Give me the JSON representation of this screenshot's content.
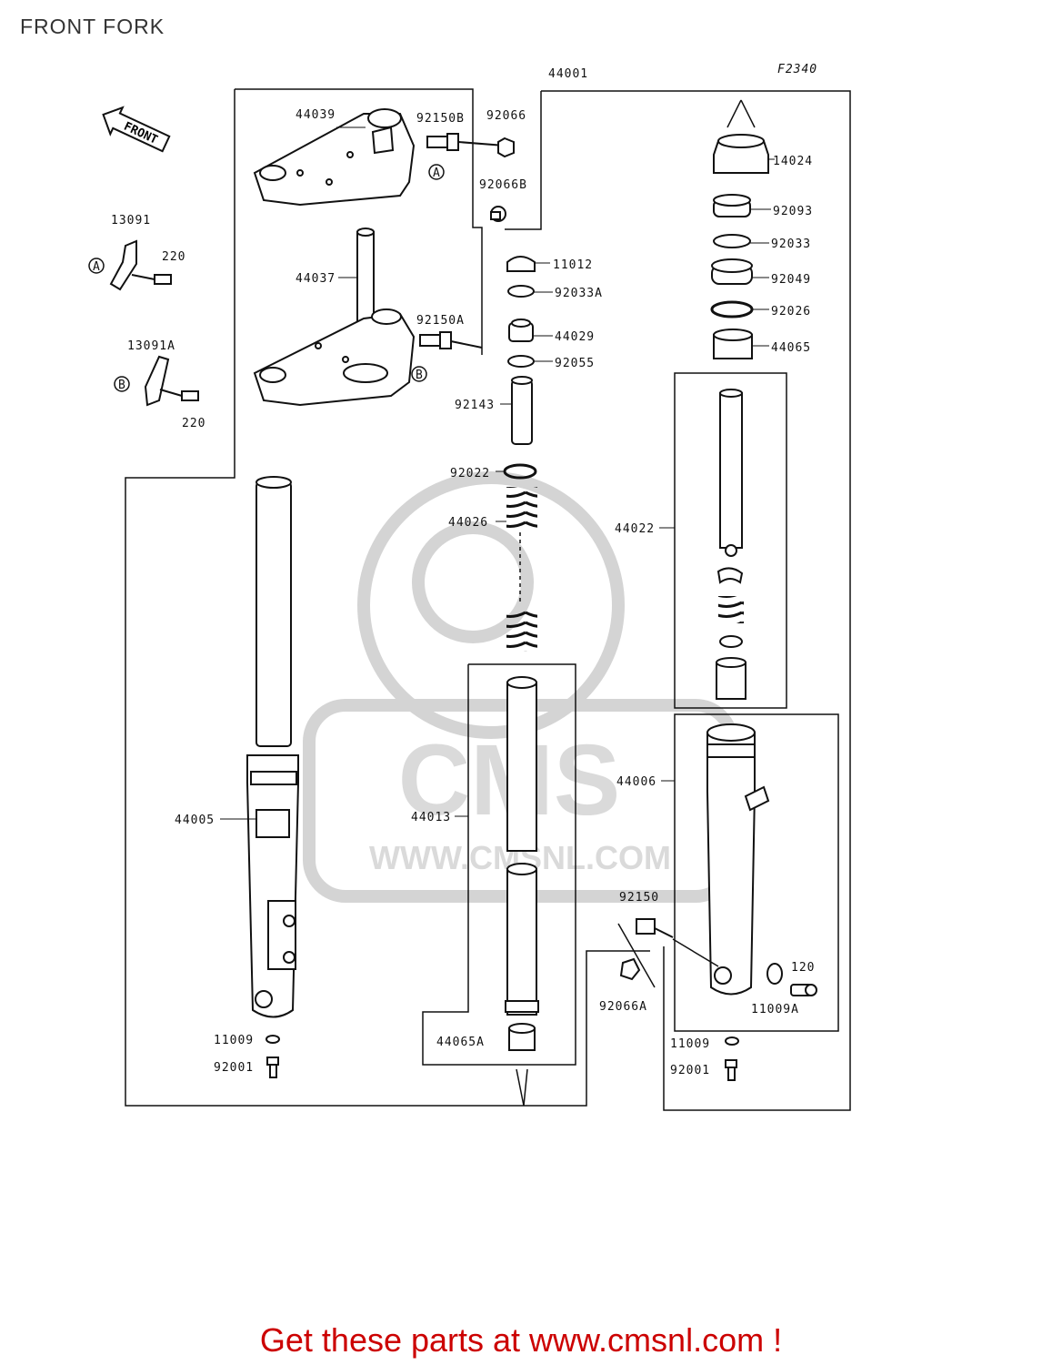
{
  "page_title": "FRONT FORK",
  "diagram_ref": "F2340",
  "front_arrow_label": "FRONT",
  "watermark": {
    "brand": "CMS",
    "url": "WWW.CMSNL.COM"
  },
  "footer_link": "Get these parts at www.cmsnl.com !",
  "colors": {
    "footer": "#cc0000",
    "line": "#111111",
    "watermark": "#d4d4d4"
  },
  "part_labels": {
    "p44001": "44001",
    "p44039": "44039",
    "p92150b": "92150B",
    "p92066": "92066",
    "p92066b": "92066B",
    "p14024": "14024",
    "p92093": "92093",
    "p92033": "92033",
    "p92049": "92049",
    "p92026": "92026",
    "p44065": "44065",
    "p13091": "13091",
    "p220a": "220",
    "p44037": "44037",
    "p92150a": "92150A",
    "p11012": "11012",
    "p92033a": "92033A",
    "p44029": "44029",
    "p92055": "92055",
    "p13091a": "13091A",
    "p220b": "220",
    "p92143": "92143",
    "p92022": "92022",
    "p44026": "44026",
    "p44022": "44022",
    "p44006": "44006",
    "p44005": "44005",
    "p44013": "44013",
    "p92150": "92150",
    "p120": "120",
    "p92066a": "92066A",
    "p11009a": "11009A",
    "p11009l": "11009",
    "p92001l": "92001",
    "p44065a": "44065A",
    "p11009r": "11009",
    "p92001r": "92001"
  },
  "markers": {
    "a": "A",
    "b": "B"
  }
}
